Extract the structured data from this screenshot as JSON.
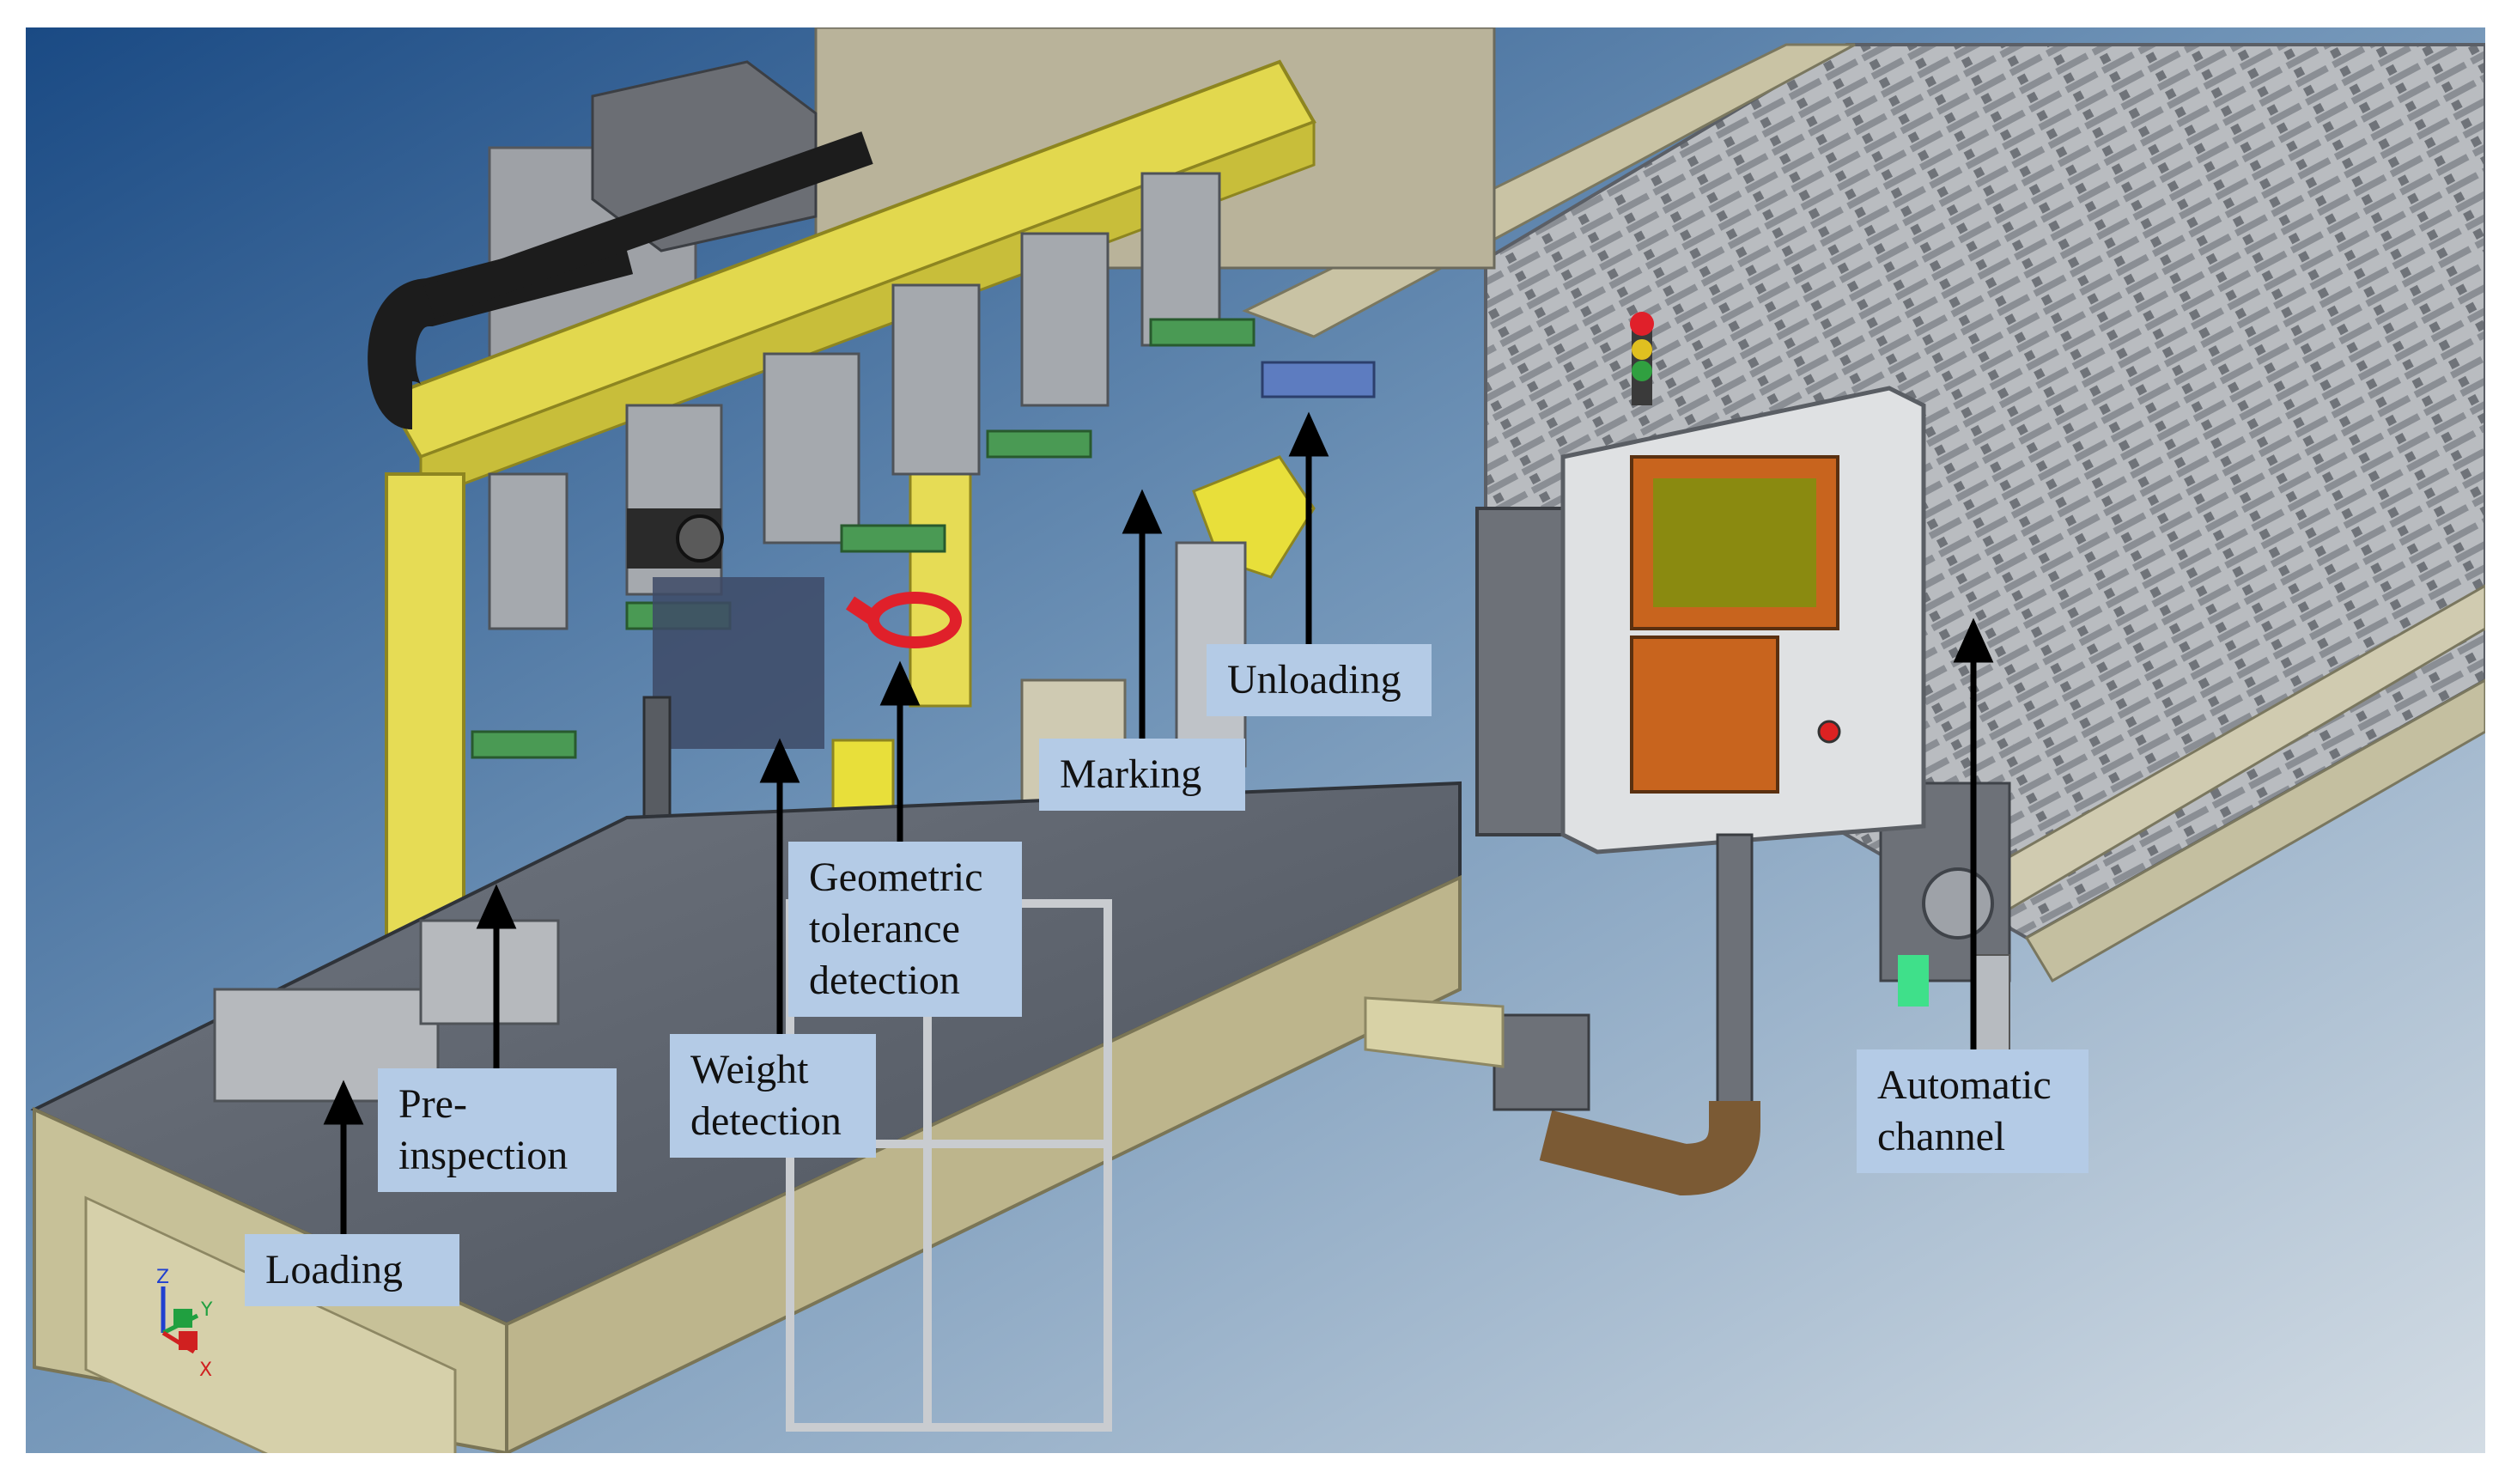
{
  "labels": {
    "loading": "Loading",
    "pre_inspection": "Pre-\ninspection",
    "weight_detection": "Weight\ndetection",
    "geometric_tolerance": "Geometric\ntolerance\ndetection",
    "marking": "Marking",
    "unloading": "Unloading",
    "automatic_channel": "Automatic\nchannel"
  },
  "axes": {
    "x": "X",
    "y": "Y",
    "z": "Z"
  },
  "colors": {
    "sky_top": "#1e4f86",
    "sky_bottom": "#c9d5df",
    "frame_yellow": "#e8e05a",
    "machine_gray": "#8f939a",
    "label_bg": "#b4cbe6",
    "panel_orange": "#c8641e",
    "screen_olive": "#8a8a10",
    "red_part": "#e0202a"
  }
}
